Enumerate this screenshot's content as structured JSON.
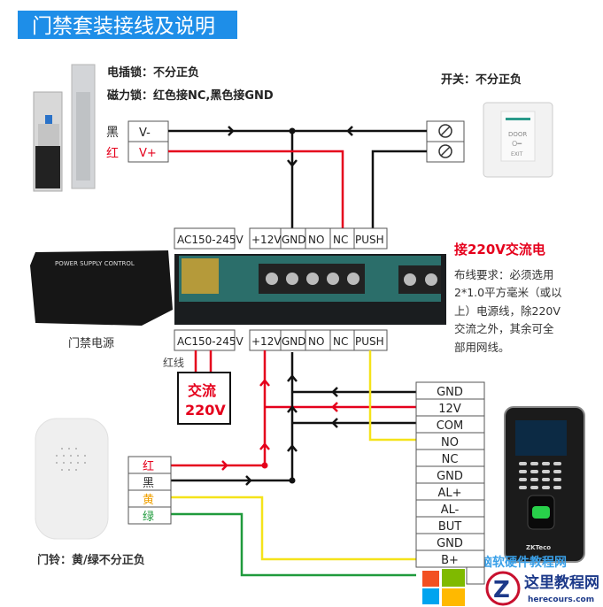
{
  "title": "门禁套装接线及说明",
  "lock": {
    "note_strike": "电插锁：不分正负",
    "note_magnetic": "磁力锁：红色接NC,黑色接GND",
    "wire_black_label": "黑",
    "wire_red_label": "红",
    "terminal_minus": "V-",
    "terminal_plus": "V+"
  },
  "switch": {
    "note": "开关：不分正负",
    "button_door": "DOOR",
    "button_exit": "EXIT"
  },
  "power_supply": {
    "label": "门禁电源",
    "device_text": "POWER SUPPLY CONTROL",
    "ac_terminal": "AC150-245V",
    "terminals": [
      "+12V",
      "GND",
      "NO",
      "NC",
      "PUSH"
    ],
    "ac_wire_label": "红线",
    "ac_box_line1": "交流",
    "ac_box_line2": "220V"
  },
  "instructions": {
    "heading": "接220V交流电",
    "lines": [
      "布线要求：必须选用",
      "2*1.0平方毫米（或以",
      "上）电源线，除220V",
      "交流之外，其余可全",
      "部用网线。"
    ]
  },
  "controller": {
    "terminals": [
      "GND",
      "12V",
      "COM",
      "NO",
      "NC",
      "GND",
      "AL+",
      "AL-",
      "BUT",
      "GND",
      "B+",
      ""
    ],
    "brand": "ZKTeco"
  },
  "doorbell": {
    "note": "门铃：黄/绿不分正负",
    "wires": [
      "红",
      "黑",
      "黄",
      "绿"
    ]
  },
  "watermark": {
    "site_name": "这里教程网",
    "site_url": "herecours.com",
    "behind_text": "电脑软硬件教程网"
  },
  "colors": {
    "title_bg": "#1e8ee8",
    "wire_red": "#e5001c",
    "wire_black": "#111111",
    "wire_yellow": "#f5e31a",
    "wire_green": "#1f9a3c"
  }
}
